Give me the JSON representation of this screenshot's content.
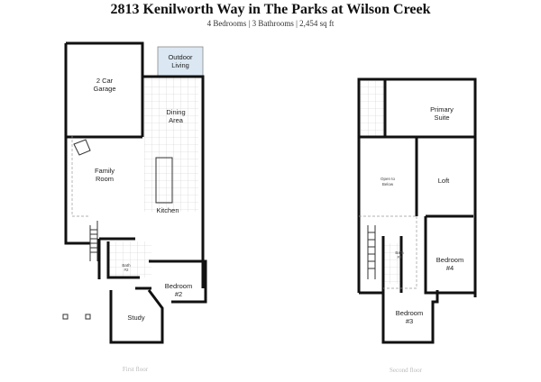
{
  "header": {
    "title": "2813 Kenilworth Way in The Parks at Wilson Creek",
    "subtitle": "4 Bedrooms | 3 Bathrooms | 2,454 sq ft"
  },
  "first_floor": {
    "caption": "First floor",
    "rooms": {
      "outdoor_1": "Outdoor",
      "outdoor_2": "Living",
      "garage_1": "2 Car",
      "garage_2": "Garage",
      "dining_1": "Dining",
      "dining_2": "Area",
      "family_1": "Family",
      "family_2": "Room",
      "kitchen": "Kitchen",
      "bath_1": "Bath",
      "bath_2": "#2",
      "bedroom_1": "Bedroom",
      "bedroom_2": "#2",
      "study": "Study"
    },
    "outdoor_color": "#dbe8f3"
  },
  "second_floor": {
    "caption": "Second floor",
    "rooms": {
      "primary_1": "Primary",
      "primary_2": "Suite",
      "open_1": "Open to",
      "open_2": "Below",
      "loft": "Loft",
      "bath_1": "Bath",
      "bath_2": "#3",
      "bed4_1": "Bedroom",
      "bed4_2": "#4",
      "bed3_1": "Bedroom",
      "bed3_2": "#3"
    }
  }
}
